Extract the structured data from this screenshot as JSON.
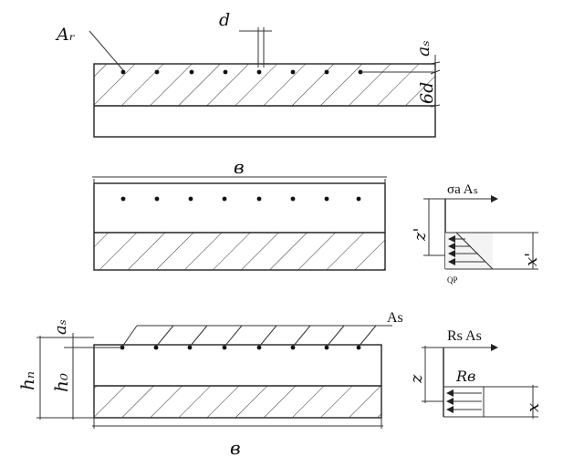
{
  "labels": {
    "a_r": "Aᵣ",
    "d": "d",
    "a_s_top": "aₛ",
    "six_d": "6d",
    "b_mid": "в",
    "sigma_a_As": "σa Aₛ",
    "z_prime": "z'",
    "x_prime": "x'",
    "qp": "QP",
    "a_s_bot": "aₛ",
    "As_bot": "As",
    "h_n": "hₙ",
    "h_0": "h₀",
    "b_bot": "в",
    "Rs_As": "Rs As",
    "z": "z",
    "R_b": "Rв",
    "x": "x"
  },
  "colors": {
    "ink": "#222222",
    "paper": "#ffffff"
  }
}
